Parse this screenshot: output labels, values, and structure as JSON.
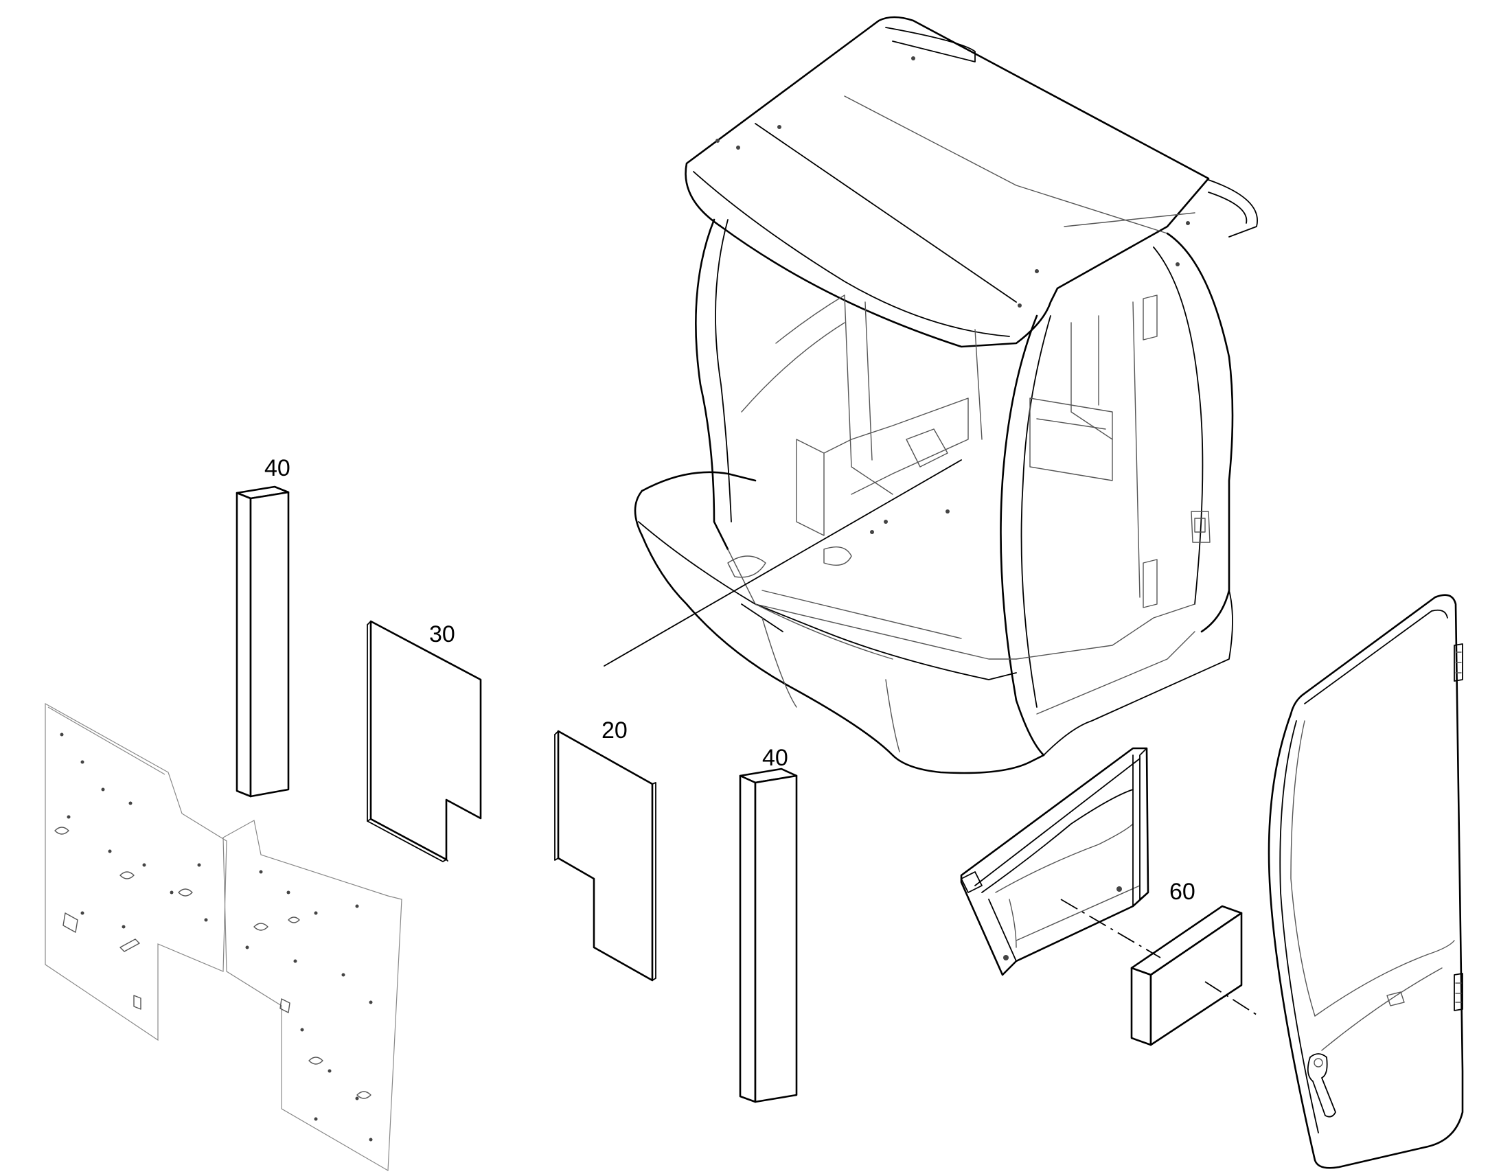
{
  "callouts": {
    "c40_left": "40",
    "c30": "30",
    "c20": "20",
    "c40_right": "40",
    "c60": "60"
  }
}
